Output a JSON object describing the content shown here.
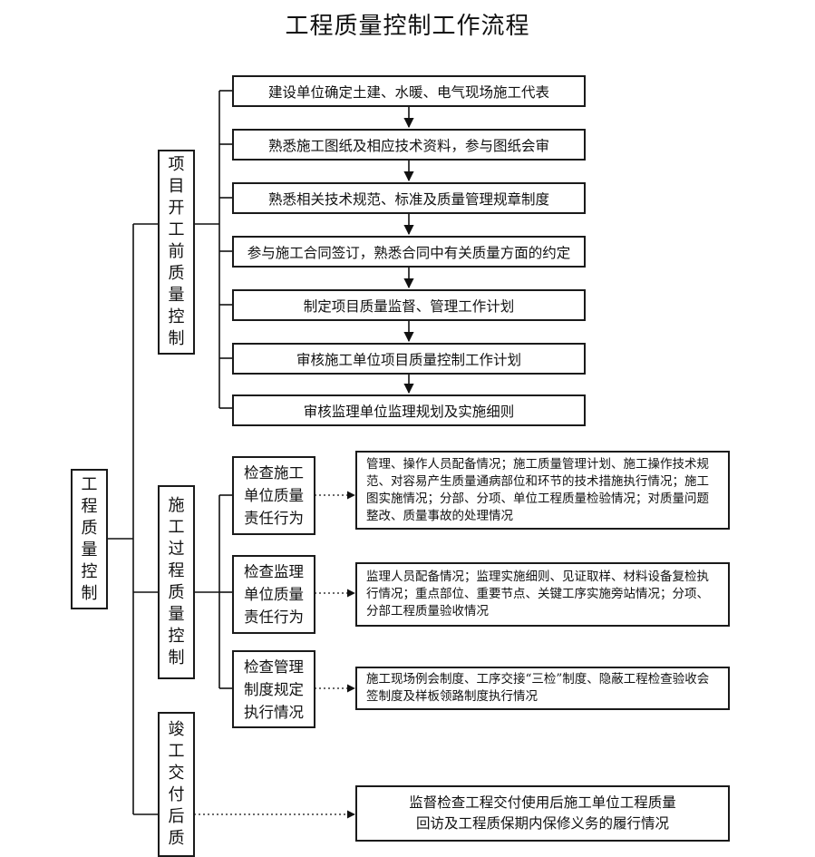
{
  "title": "工程质量控制工作流程",
  "root": "工程质量控制",
  "phases": {
    "pre": "项目开工前质量控制",
    "process": "施工过程质量控制",
    "completion": "竣工交付后质"
  },
  "pre_steps": [
    "建设单位确定土建、水暖、电气现场施工代表",
    "熟悉施工图纸及相应技术资料，参与图纸会审",
    "熟悉相关技术规范、标准及质量管理规章制度",
    "参与施工合同签订，熟悉合同中有关质量方面的约定",
    "制定项目质量监督、管理工作计划",
    "审核施工单位项目质量控制工作计划",
    "审核监理单位监理规划及实施细则"
  ],
  "process_actions": [
    {
      "label": "检查施工单位质量责任行为",
      "detail": "管理、操作人员配备情况；施工质量管理计划、施工操作技术规范、对容易产生质量通病部位和环节的技术措施执行情况；施工图实施情况；分部、分项、单位工程质量检验情况；对质量问题整改、质量事故的处理情况"
    },
    {
      "label": "检查监理单位质量责任行为",
      "detail": "监理人员配备情况；监理实施细则、见证取样、材料设备复检执行情况；重点部位、重要节点、关键工序实施旁站情况；分项、分部工程质量验收情况"
    },
    {
      "label": "检查管理制度规定执行情况",
      "detail": "施工现场例会制度、工序交接“三检”制度、隐蔽工程检查验收会签制度及样板领路制度执行情况"
    }
  ],
  "completion_detail": "监督检查工程交付使用后施工单位工程质量回访及工程质保期内保修义务的履行情况"
}
